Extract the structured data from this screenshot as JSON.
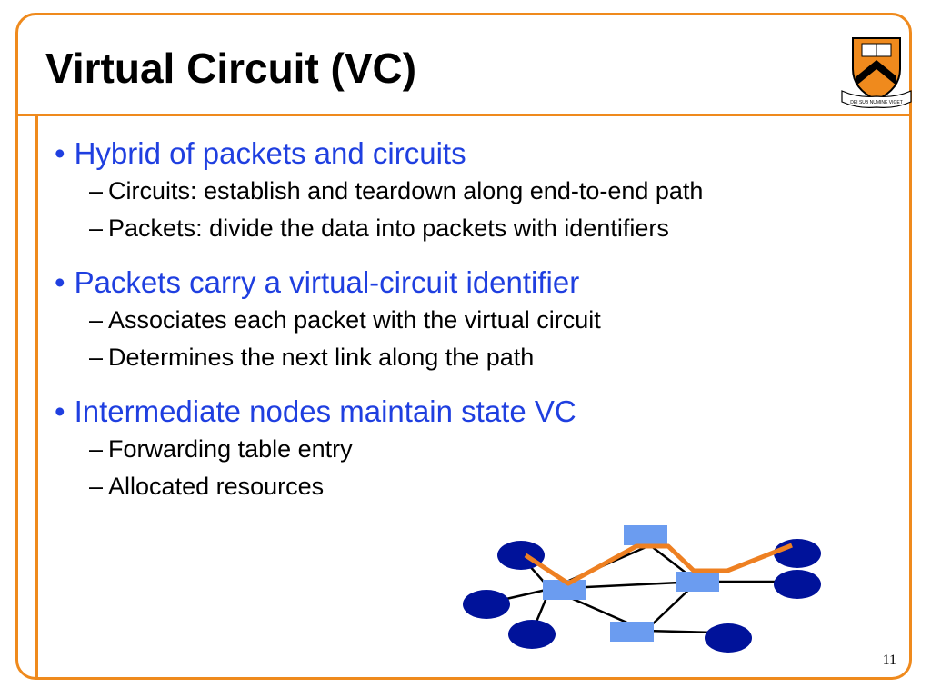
{
  "title": "Virtual Circuit (VC)",
  "bullets": [
    {
      "text": "Hybrid of packets and circuits",
      "subs": [
        "Circuits: establish and teardown along end-to-end path",
        "Packets: divide the data into packets with identifiers"
      ]
    },
    {
      "text": "Packets carry a virtual-circuit identifier",
      "subs": [
        "Associates each packet with the virtual circuit",
        "Determines the next link along the path"
      ]
    },
    {
      "text": "Intermediate nodes maintain state VC",
      "subs": [
        "Forwarding table entry",
        "Allocated resources"
      ]
    }
  ],
  "bullet_glyph": "•",
  "sub_glyph": "–",
  "page_number": "11",
  "logo": {
    "icon": "princeton-shield-icon",
    "motto": "DEI SUB NUMINE VIGET"
  },
  "colors": {
    "accent_orange": "#ef8a1d",
    "bullet_blue": "#1f3fe0",
    "host_navy": "#00129a",
    "switch_blue": "#6b9cf0",
    "path_orange": "#ee8022"
  }
}
